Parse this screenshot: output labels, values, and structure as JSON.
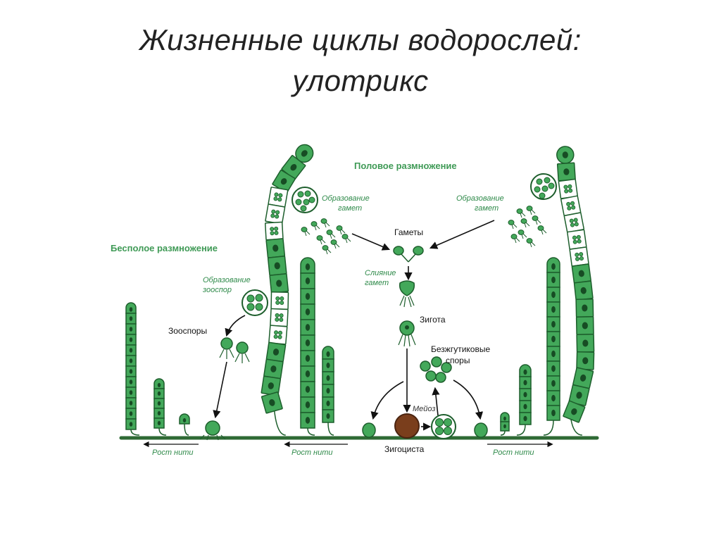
{
  "title": {
    "line1": "Жизненные циклы водорослей:",
    "line2": "улотрикс"
  },
  "labels": {
    "sexual": "Половое размножение",
    "asexual": "Бесполое размножение",
    "gamete_formation_left_1": "Образование",
    "gamete_formation_left_2": "гамет",
    "gamete_formation_right_1": "Образование",
    "gamete_formation_right_2": "гамет",
    "gametes": "Гаметы",
    "fusion_1": "Слияние",
    "fusion_2": "гамет",
    "zygote": "Зигота",
    "zoospore_formation_1": "Образование",
    "zoospore_formation_2": "зооспор",
    "zoospores": "Зооспоры",
    "aflagellate_1": "Безжгутиковые",
    "aflagellate_2": "споры",
    "meiosis": "Мейоз",
    "zygocyst": "Зигоциста",
    "growth_1": "Рост нити",
    "growth_2": "Рост нити",
    "growth_3": "Рост нити"
  },
  "colors": {
    "cell_fill": "#43a85a",
    "cell_stroke": "#1d5e2c",
    "nucleus": "#174c24",
    "ground": "#2e6a34",
    "zygocyst": "#7a3e1c",
    "label_green": "#3f9a56"
  }
}
